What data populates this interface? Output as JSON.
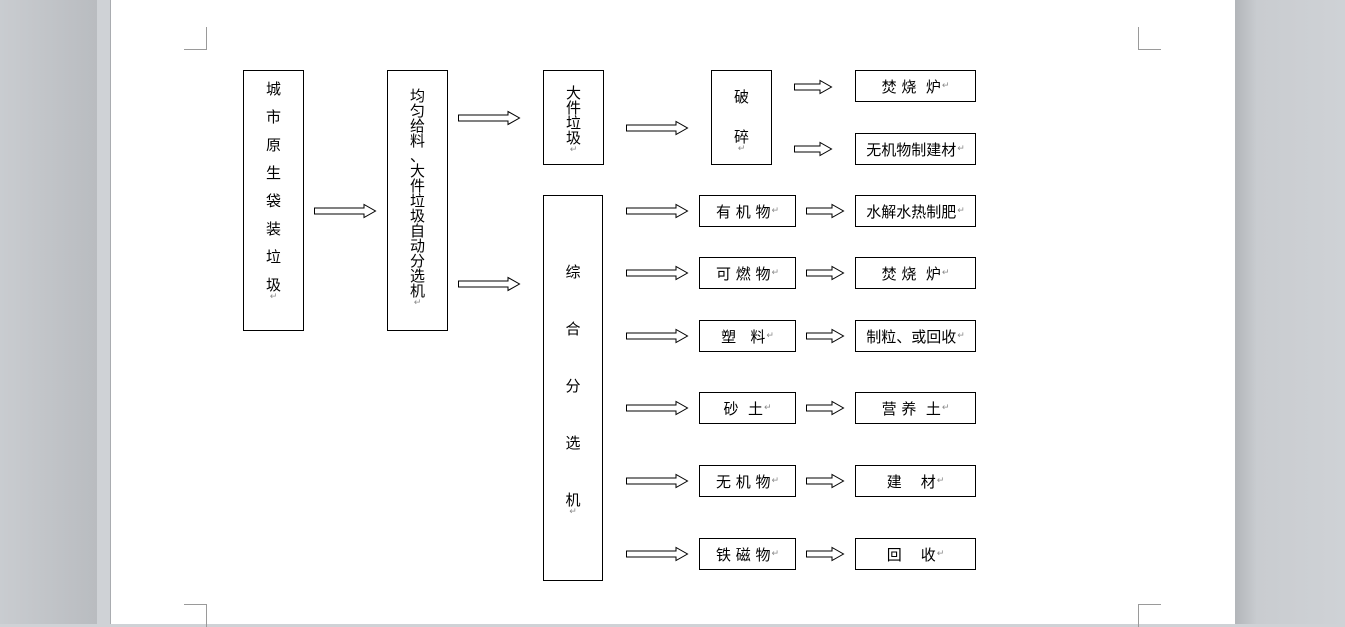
{
  "diagram": {
    "source": "城市原生袋装垃圾",
    "feeder": "均匀给料、大件垃圾自动分选机",
    "bulky": "大件垃圾",
    "crusher": "破碎",
    "bulky_outputs": [
      "焚 烧  炉",
      "无机物制建材"
    ],
    "sorter": "综合分选机",
    "fractions": [
      {
        "name": "有 机 物",
        "product": "水解水热制肥"
      },
      {
        "name": "可 燃 物",
        "product": "焚 烧  炉"
      },
      {
        "name": "塑   料",
        "product": "制粒、或回收"
      },
      {
        "name": "砂  土",
        "product": "营 养  土"
      },
      {
        "name": "无 机 物",
        "product": "建    材"
      },
      {
        "name": "铁 磁 物",
        "product": "回    收"
      }
    ],
    "paragraph_mark": "↵"
  }
}
